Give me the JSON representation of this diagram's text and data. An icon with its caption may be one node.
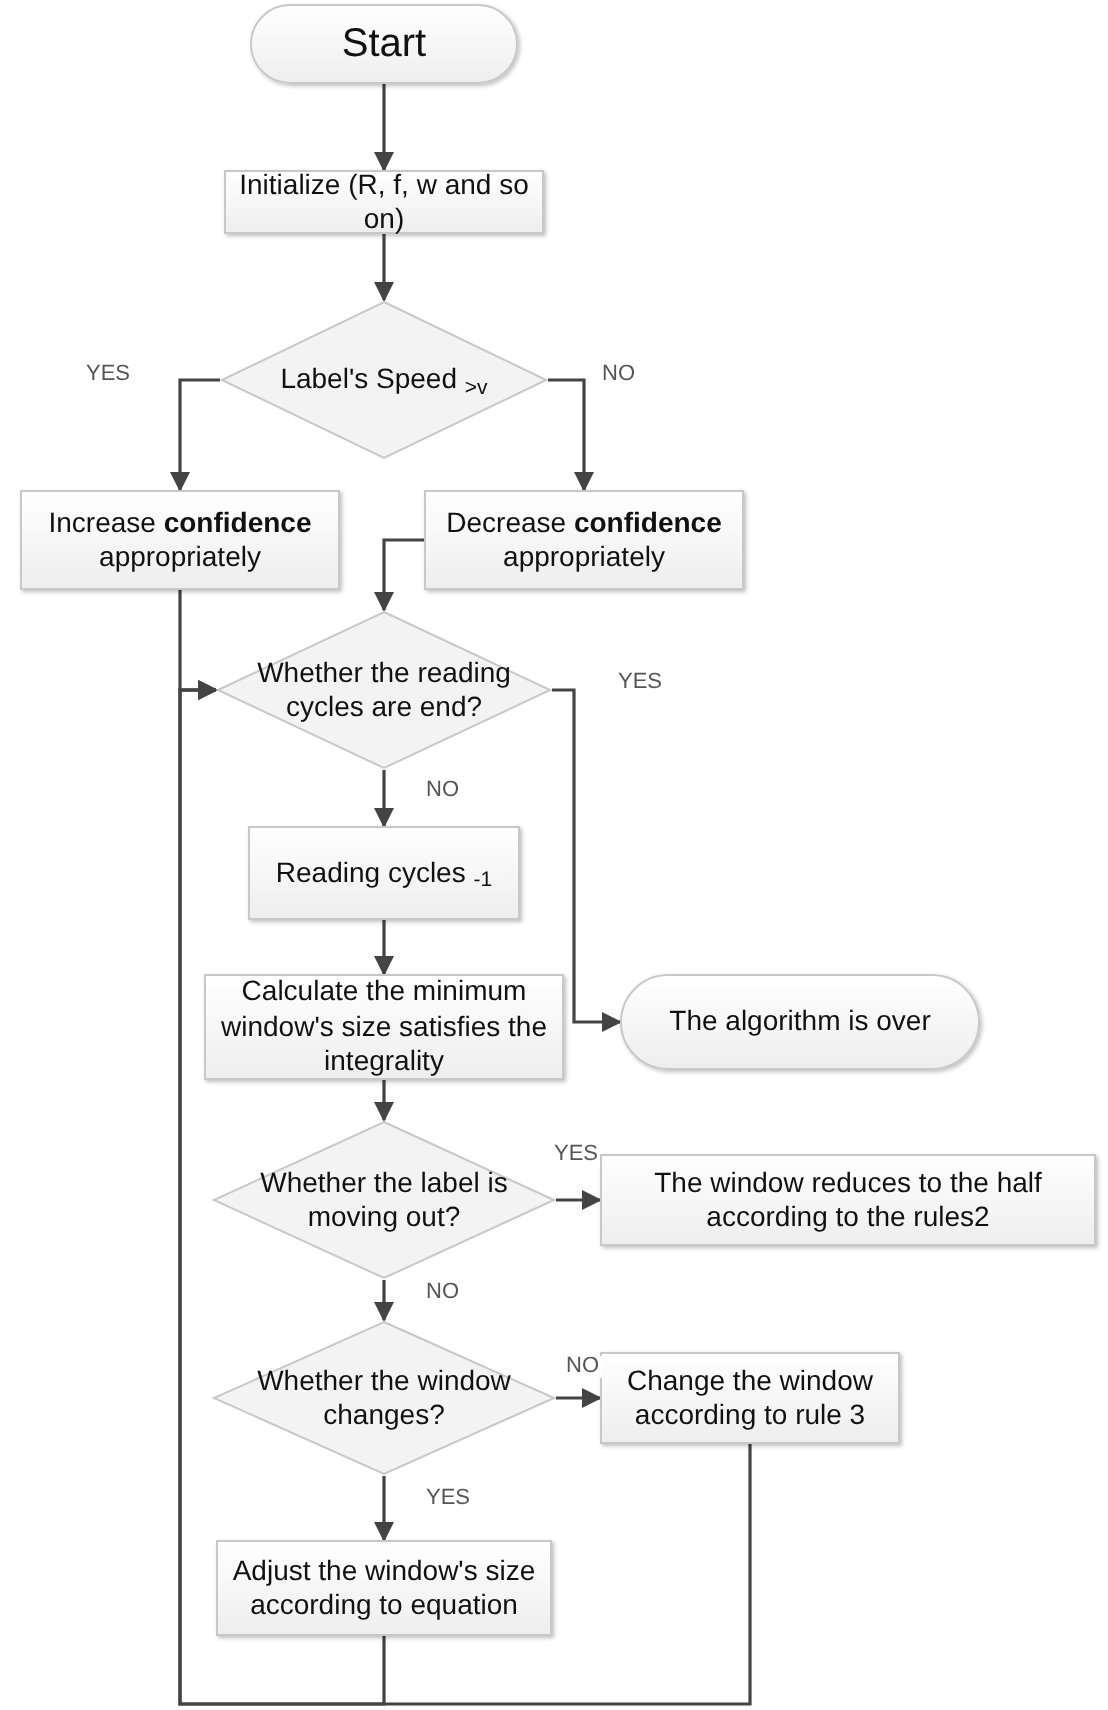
{
  "diagram": {
    "nodes": [
      {
        "text": [
          "Start"
        ]
      },
      {
        "text": [
          "Initialize (R, f, w and so on)"
        ]
      },
      {
        "text": [
          "Label's Speed $_{>v}$"
        ]
      },
      {
        "text": [
          "Increase **confidence** appropriately"
        ]
      },
      {
        "text": [
          "Decrease **confidence** appropriately"
        ]
      },
      {
        "text": [
          "Whether the reading cycles are end?"
        ]
      },
      {
        "text": [
          "Reading cycles $_{-1}$"
        ]
      },
      {
        "text": [
          "Calculate the minimum window's size satisfies the integrality"
        ]
      },
      {
        "text": [
          "The algorithm is over"
        ]
      },
      {
        "text": [
          "Whether the label is moving out?"
        ]
      },
      {
        "text": [
          "The window reduces to the half according to the rules2"
        ]
      },
      {
        "text": [
          "Whether the window changes?"
        ]
      },
      {
        "text": [
          "Change the window according to rule 3"
        ]
      },
      {
        "text": [
          "Adjust the window's size according to equation"
        ]
      }
    ],
    "edges": [
      {
        "from": 0,
        "to": 1,
        "arrow": "to"
      },
      {
        "from": 1,
        "to": 2,
        "arrow": "to"
      },
      {
        "from": 2,
        "to": 3,
        "arrow": "to",
        "label": "YES"
      },
      {
        "from": 2,
        "to": 4,
        "arrow": "to",
        "label": "NO"
      },
      {
        "from": 4,
        "to": 5,
        "arrow": "to"
      },
      {
        "from": 3,
        "to": 5,
        "arrow": "to"
      },
      {
        "from": 5,
        "to": 8,
        "arrow": "to",
        "label": "YES"
      },
      {
        "from": 5,
        "to": 6,
        "arrow": "to",
        "label": "NO"
      },
      {
        "from": 6,
        "to": 7,
        "arrow": "to"
      },
      {
        "from": 7,
        "to": 9,
        "arrow": "to"
      },
      {
        "from": 9,
        "to": 10,
        "arrow": "to",
        "label": "YES"
      },
      {
        "from": 9,
        "to": 11,
        "arrow": "to",
        "label": "NO"
      },
      {
        "from": 11,
        "to": 12,
        "arrow": "to",
        "label": "NO"
      },
      {
        "from": 11,
        "to": 13,
        "arrow": "to",
        "label": "YES"
      },
      {
        "from": 13,
        "to": 5,
        "arrow": "to"
      },
      {
        "from": 12,
        "to": 5,
        "arrow": "to"
      }
    ]
  }
}
